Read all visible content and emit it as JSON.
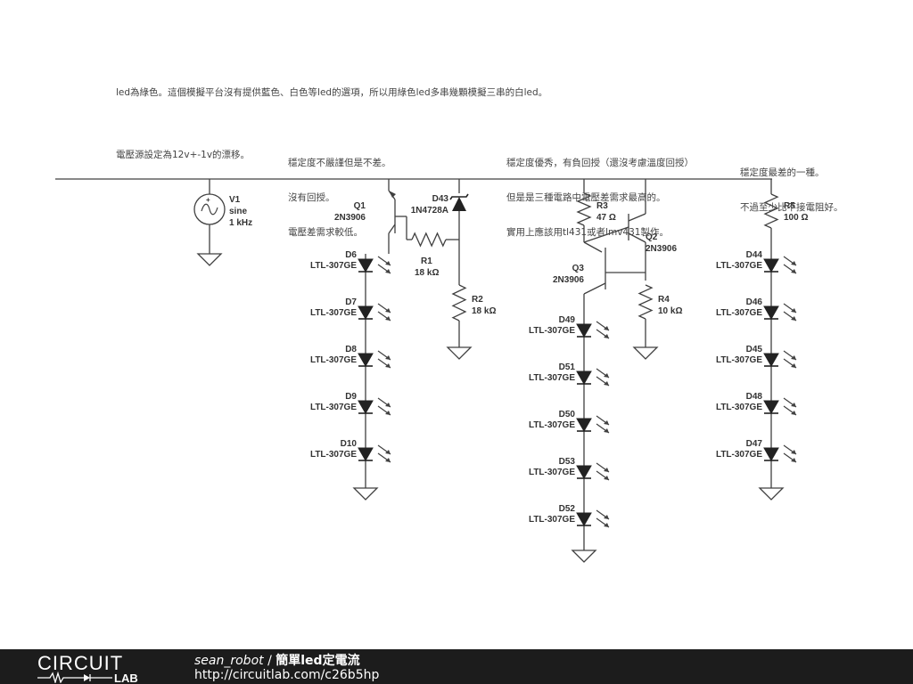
{
  "notes": {
    "top": "led為綠色。這個模擬平台沒有提供藍色、白色等led的選項，所以用綠色led多串幾顆模擬三串的白led。",
    "power": "電壓源設定為12v+-1v的漂移。",
    "block1": [
      "穩定度不嚴謹但是不差。",
      "沒有回授。",
      "電壓差需求較低。"
    ],
    "block2": [
      "穩定度優秀，有負回授（還沒考慮溫度回授）",
      "但是是三種電路中電壓差需求最高的。",
      "實用上應該用tl431或者lmv431製作。"
    ],
    "block3": [
      "穩定度最差的一種。",
      "不過至少比不接電阻好。"
    ]
  },
  "components": {
    "V1": {
      "ref": "V1",
      "type": "sine",
      "value": "1 kHz"
    },
    "Q1": {
      "ref": "Q1",
      "value": "2N3906"
    },
    "D43": {
      "ref": "D43",
      "value": "1N4728A"
    },
    "R1": {
      "ref": "R1",
      "value": "18 kΩ"
    },
    "R2": {
      "ref": "R2",
      "value": "18 kΩ"
    },
    "R3": {
      "ref": "R3",
      "value": "47 Ω"
    },
    "Q2": {
      "ref": "Q2",
      "value": "2N3906"
    },
    "Q3": {
      "ref": "Q3",
      "value": "2N3906"
    },
    "R4": {
      "ref": "R4",
      "value": "10 kΩ"
    },
    "R5": {
      "ref": "R5",
      "value": "100 Ω"
    }
  },
  "led_part": "LTL-307GE",
  "led_strings": {
    "col1": [
      "D6",
      "D7",
      "D8",
      "D9",
      "D10"
    ],
    "col2": [
      "D49",
      "D51",
      "D50",
      "D53",
      "D52"
    ],
    "col3": [
      "D44",
      "D46",
      "D45",
      "D48",
      "D47"
    ]
  },
  "footer": {
    "logo_top": "CIRCUIT",
    "logo_bottom": "LAB",
    "author": "sean_robot",
    "separator": " / ",
    "title": "簡單led定電流",
    "url": "http://circuitlab.com/c26b5hp"
  },
  "colors": {
    "wire": "#404040",
    "footer_bg": "#1c1c1c"
  }
}
